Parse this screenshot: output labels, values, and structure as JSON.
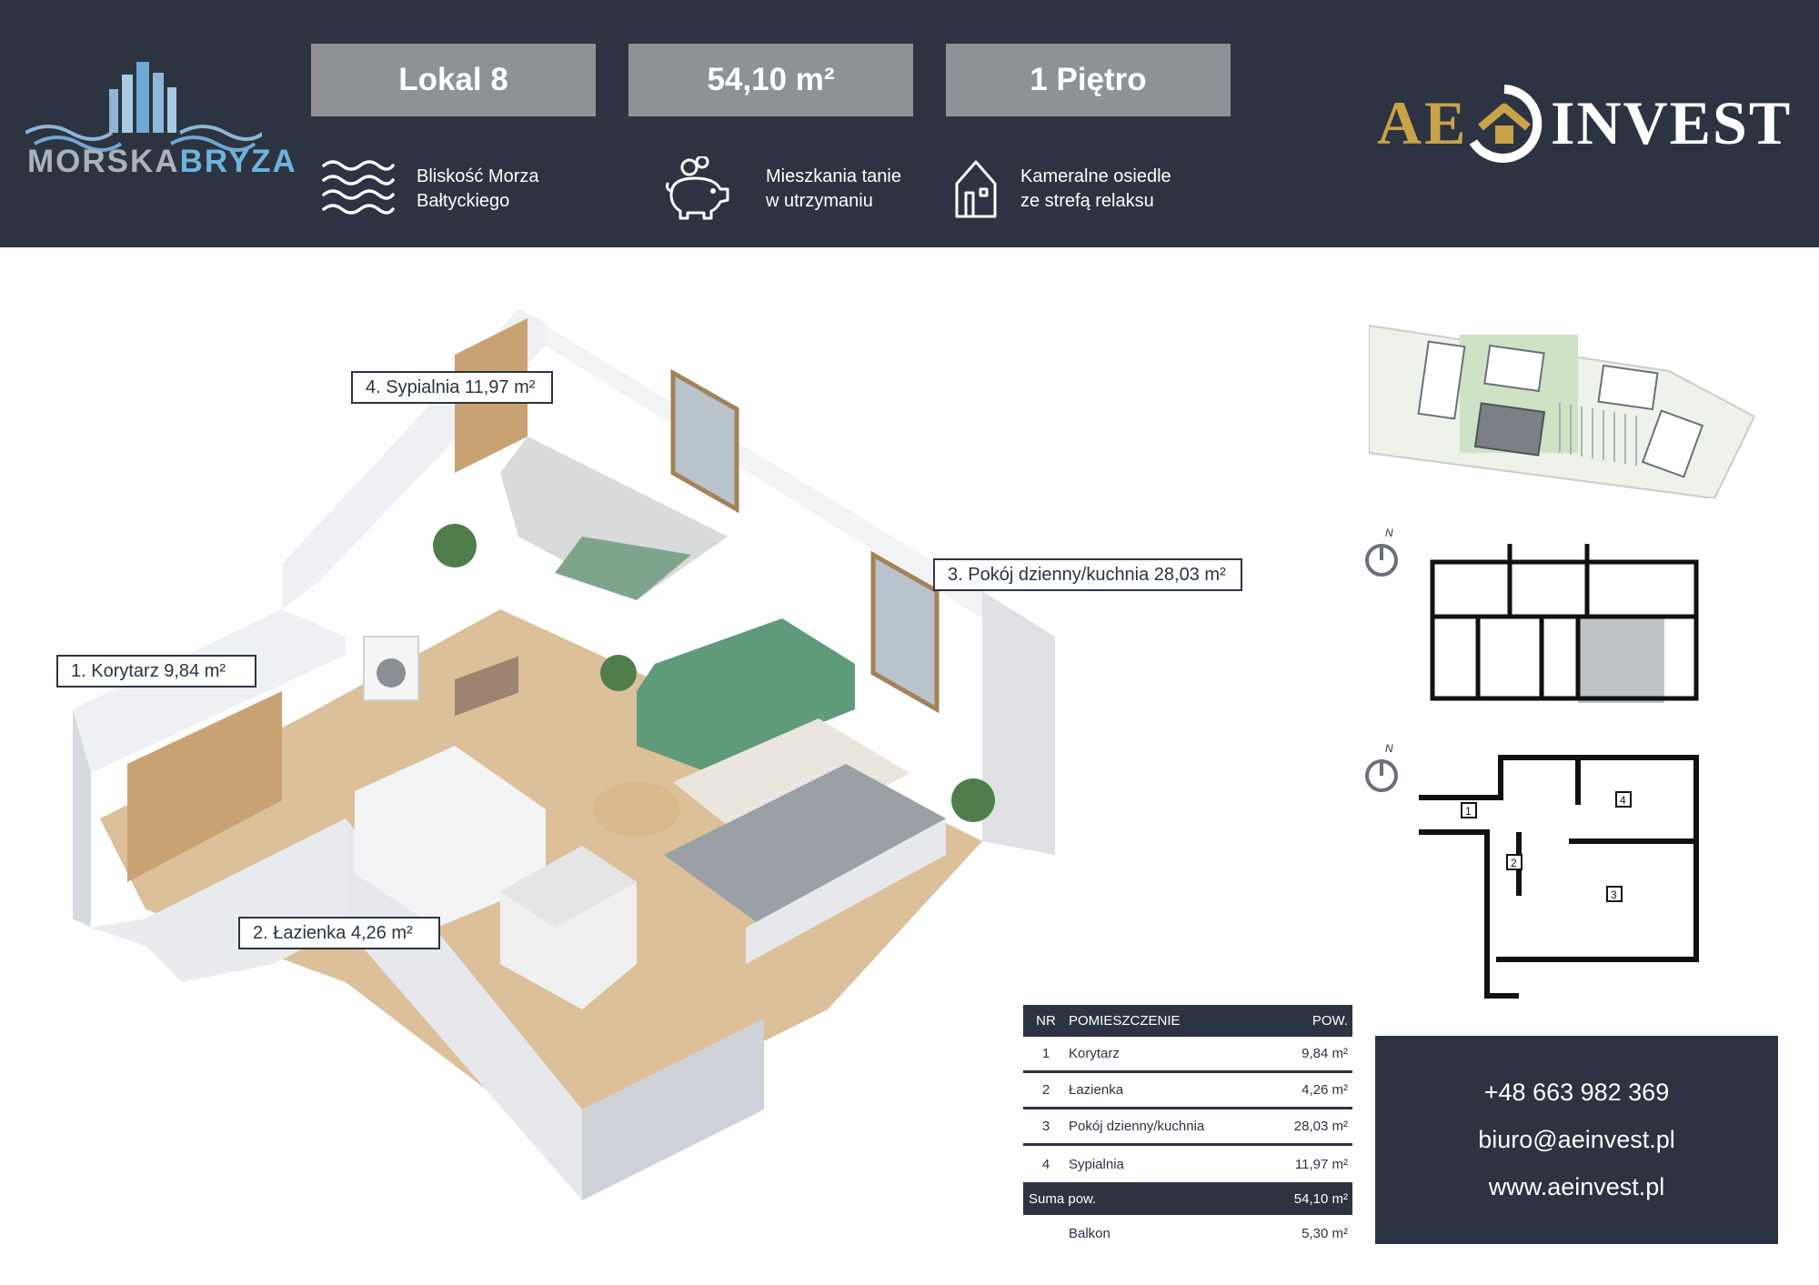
{
  "header": {
    "brand_left": {
      "part1": "MORSKA",
      "part2": "BRYZA"
    },
    "brand_right": {
      "part1": "AE",
      "part2": "INVEST"
    },
    "pills": {
      "unit": "Lokal 8",
      "area": "54,10 m²",
      "floor": "1 Piętro"
    },
    "features": [
      {
        "icon": "waves-icon",
        "line1": "Bliskość Morza",
        "line2": "Bałtyckiego"
      },
      {
        "icon": "piggy-bank-icon",
        "line1": "Mieszkania tanie",
        "line2": "w utrzymaniu"
      },
      {
        "icon": "house-icon",
        "line1": "Kameralne osiedle",
        "line2": "ze strefą relaksu"
      }
    ]
  },
  "room_labels": {
    "korytarz": "1. Korytarz 9,84 m²",
    "lazienka": "2. Łazienka 4,26 m²",
    "pokoj": "3. Pokój dzienny/kuchnia 28,03 m²",
    "sypialnia": "4. Sypialnia 11,97 m²"
  },
  "compass": {
    "north": "N"
  },
  "unit_plan_numbers": [
    "1",
    "2",
    "3",
    "4"
  ],
  "table": {
    "headers": {
      "nr": "NR",
      "name": "POMIESZCZENIE",
      "area": "POW."
    },
    "rows": [
      {
        "nr": "1",
        "name": "Korytarz",
        "area": "9,84 m²"
      },
      {
        "nr": "2",
        "name": "Łazienka",
        "area": "4,26 m²"
      },
      {
        "nr": "3",
        "name": "Pokój dzienny/kuchnia",
        "area": "28,03 m²"
      },
      {
        "nr": "4",
        "name": "Sypialnia",
        "area": "11,97 m²"
      }
    ],
    "sum": {
      "name": "Suma pow.",
      "area": "54,10  m²"
    },
    "extra": {
      "name": "Balkon",
      "area": "5,30 m²"
    }
  },
  "contact": {
    "phone": "+48 663 982 369",
    "email": "biuro@aeinvest.pl",
    "web": "www.aeinvest.pl"
  },
  "colors": {
    "navy": "#2b3440",
    "gray_pill": "#8e9296",
    "gold": "#c9a24a",
    "sky": "#6fb3dc",
    "sofa_green": "#5f9a7a",
    "wood": "#d9b98c"
  }
}
